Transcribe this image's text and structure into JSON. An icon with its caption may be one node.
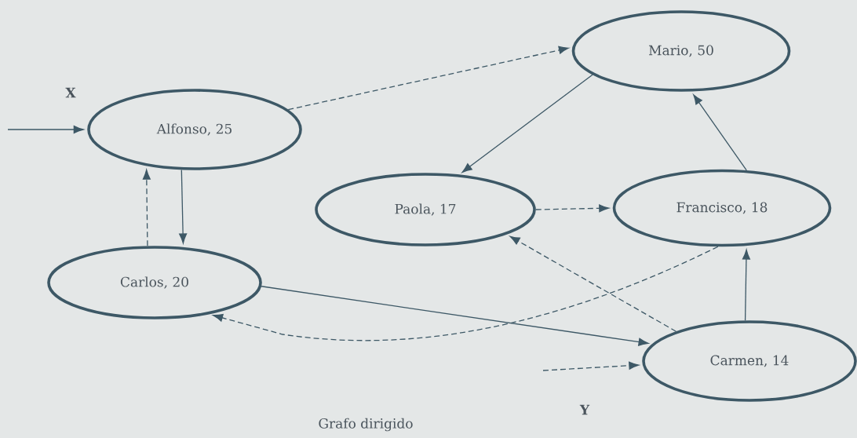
{
  "diagram": {
    "caption": "Grafo dirigido",
    "nodes": [
      {
        "text": [
          "Alfonso, 25"
        ]
      },
      {
        "text": [
          "Mario, 50"
        ]
      },
      {
        "text": [
          "Paola, 17"
        ]
      },
      {
        "text": [
          "Francisco, 18"
        ]
      },
      {
        "text": [
          "Carlos, 20"
        ]
      },
      {
        "text": [
          "Carmen, 14"
        ]
      }
    ],
    "edges": [
      {
        "from": null,
        "to": 0,
        "arrow": "to",
        "label": "X"
      },
      {
        "from": 0,
        "to": 1,
        "arrow": "to",
        "style": "dashed"
      },
      {
        "from": 1,
        "to": 2,
        "arrow": "to"
      },
      {
        "from": 3,
        "to": 1,
        "arrow": "to"
      },
      {
        "from": 2,
        "to": 3,
        "arrow": "to",
        "style": "dashed"
      },
      {
        "from": 0,
        "to": 4,
        "arrow": "to"
      },
      {
        "from": 4,
        "to": 0,
        "arrow": "to",
        "style": "dashed"
      },
      {
        "from": 4,
        "to": 5,
        "arrow": "to"
      },
      {
        "from": 3,
        "to": 4,
        "arrow": "to",
        "style": "dashed"
      },
      {
        "from": 5,
        "to": 2,
        "arrow": "to",
        "style": "dashed"
      },
      {
        "from": 5,
        "to": 3,
        "arrow": "to"
      },
      {
        "from": null,
        "to": 5,
        "arrow": "to",
        "style": "dashed",
        "label": "Y"
      }
    ]
  }
}
